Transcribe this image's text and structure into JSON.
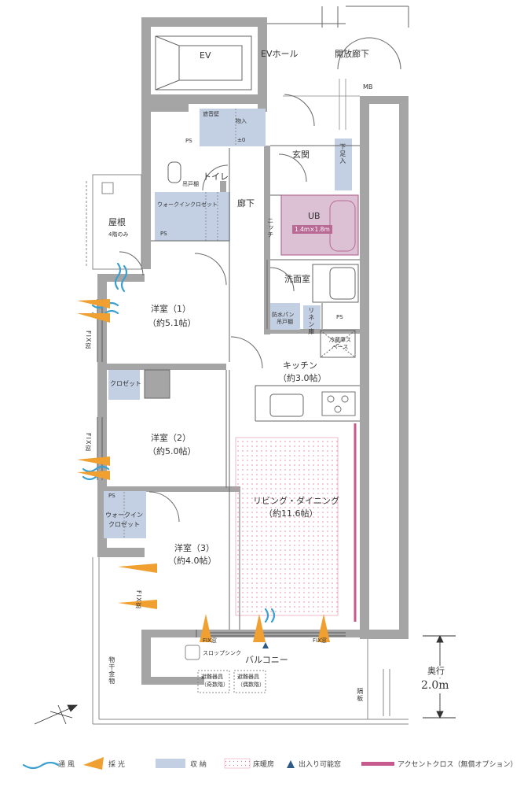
{
  "rooms": {
    "ev": "EV",
    "ev_hall": "EVホール",
    "open_corridor": "開放廊下",
    "mb": "MB",
    "closet_top": "物入",
    "gas_meter": "遮音壁",
    "pm": "±0",
    "ps": "PS",
    "entrance": "玄関",
    "shoe_box": "下足入",
    "toilet": "トイレ",
    "hanging_shelf": "吊戸棚",
    "corridor": "廊下",
    "walkin_closet": "ウォークインクロゼット",
    "roof": "屋根",
    "roof_note": "4階のみ",
    "ub": "UB",
    "ub_size": "1.4m×1.8m",
    "niche": "ニッチ",
    "washroom": "洗面室",
    "waterproof_pan": "防水パン",
    "waterproof_shelf": "吊戸棚",
    "linen": "リネン庫",
    "fridge": "冷蔵庫スペース",
    "kitchen": "キッチン",
    "kitchen_size": "（約3.0帖）",
    "west1": "洋室（1）",
    "west1_size": "（約5.1帖）",
    "closet": "クロゼット",
    "west2": "洋室（2）",
    "west2_size": "（約5.0帖）",
    "living": "リビング・ダイニング",
    "living_size": "（約11.6帖）",
    "walkin2": "ウォークイン",
    "walkin2b": "クロゼット",
    "west3": "洋室（3）",
    "west3_size": "（約4.0帖）",
    "fix_window": "FIX窓",
    "fix_vert": "FIX窓",
    "slop_sink": "スロップシンク",
    "balcony": "バルコニー",
    "evac_odd_1": "避難器具",
    "evac_odd_2": "（奇数階）",
    "evac_even_1": "避難器具",
    "evac_even_2": "（偶数階）",
    "laundry": "物干金物",
    "partition": "隔板",
    "depth_label": "奥行",
    "depth_value": "2.0m"
  },
  "legend": {
    "wind": "通 風",
    "light": "採 光",
    "storage": "収 納",
    "floor_heat": "床暖房",
    "entry_window": "出入り可能窓",
    "accent": "アクセントクロス（無償オプション）"
  },
  "colors": {
    "wall": "#a5a5a5",
    "storage": "#c3cfe2",
    "floor_heat": "#e88aa6",
    "ub": "#dcc0d4",
    "ub_border": "#b86a95",
    "accent": "#c65a8f",
    "wind": "#3ba0cf",
    "light": "#f0a030",
    "entry": "#2d5a86"
  }
}
